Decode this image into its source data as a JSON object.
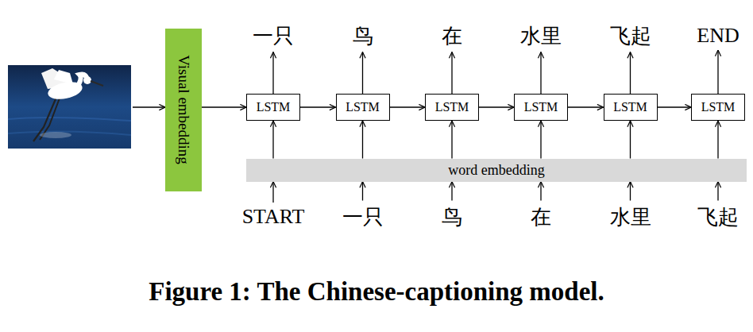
{
  "diagram": {
    "caption": "Figure 1: The Chinese-captioning model.",
    "nodes": [
      {
        "text": [
          "Visual embedding"
        ]
      },
      {
        "text": [
          "LSTM"
        ]
      },
      {
        "text": [
          "LSTM"
        ]
      },
      {
        "text": [
          "LSTM"
        ]
      },
      {
        "text": [
          "LSTM"
        ]
      },
      {
        "text": [
          "LSTM"
        ]
      },
      {
        "text": [
          "LSTM"
        ]
      },
      {
        "text": [
          "word embedding"
        ]
      }
    ],
    "edges": [
      {
        "from": 0,
        "to": 1,
        "arrow": "to"
      },
      {
        "from": 1,
        "to": 2,
        "arrow": "to"
      },
      {
        "from": 2,
        "to": 3,
        "arrow": "to"
      },
      {
        "from": 3,
        "to": 4,
        "arrow": "to"
      },
      {
        "from": 4,
        "to": 5,
        "arrow": "to"
      },
      {
        "from": 5,
        "to": 6,
        "arrow": "to"
      },
      {
        "from": 7,
        "to": 1,
        "arrow": "to"
      },
      {
        "from": 7,
        "to": 2,
        "arrow": "to"
      },
      {
        "from": 7,
        "to": 3,
        "arrow": "to"
      },
      {
        "from": 7,
        "to": 4,
        "arrow": "to"
      },
      {
        "from": 7,
        "to": 5,
        "arrow": "to"
      },
      {
        "from": 7,
        "to": 6,
        "arrow": "to"
      }
    ],
    "labels": [
      "一只",
      "鸟",
      "在",
      "水里",
      "飞起",
      "END",
      "START",
      "一只",
      "鸟",
      "在",
      "水里",
      "飞起"
    ]
  }
}
